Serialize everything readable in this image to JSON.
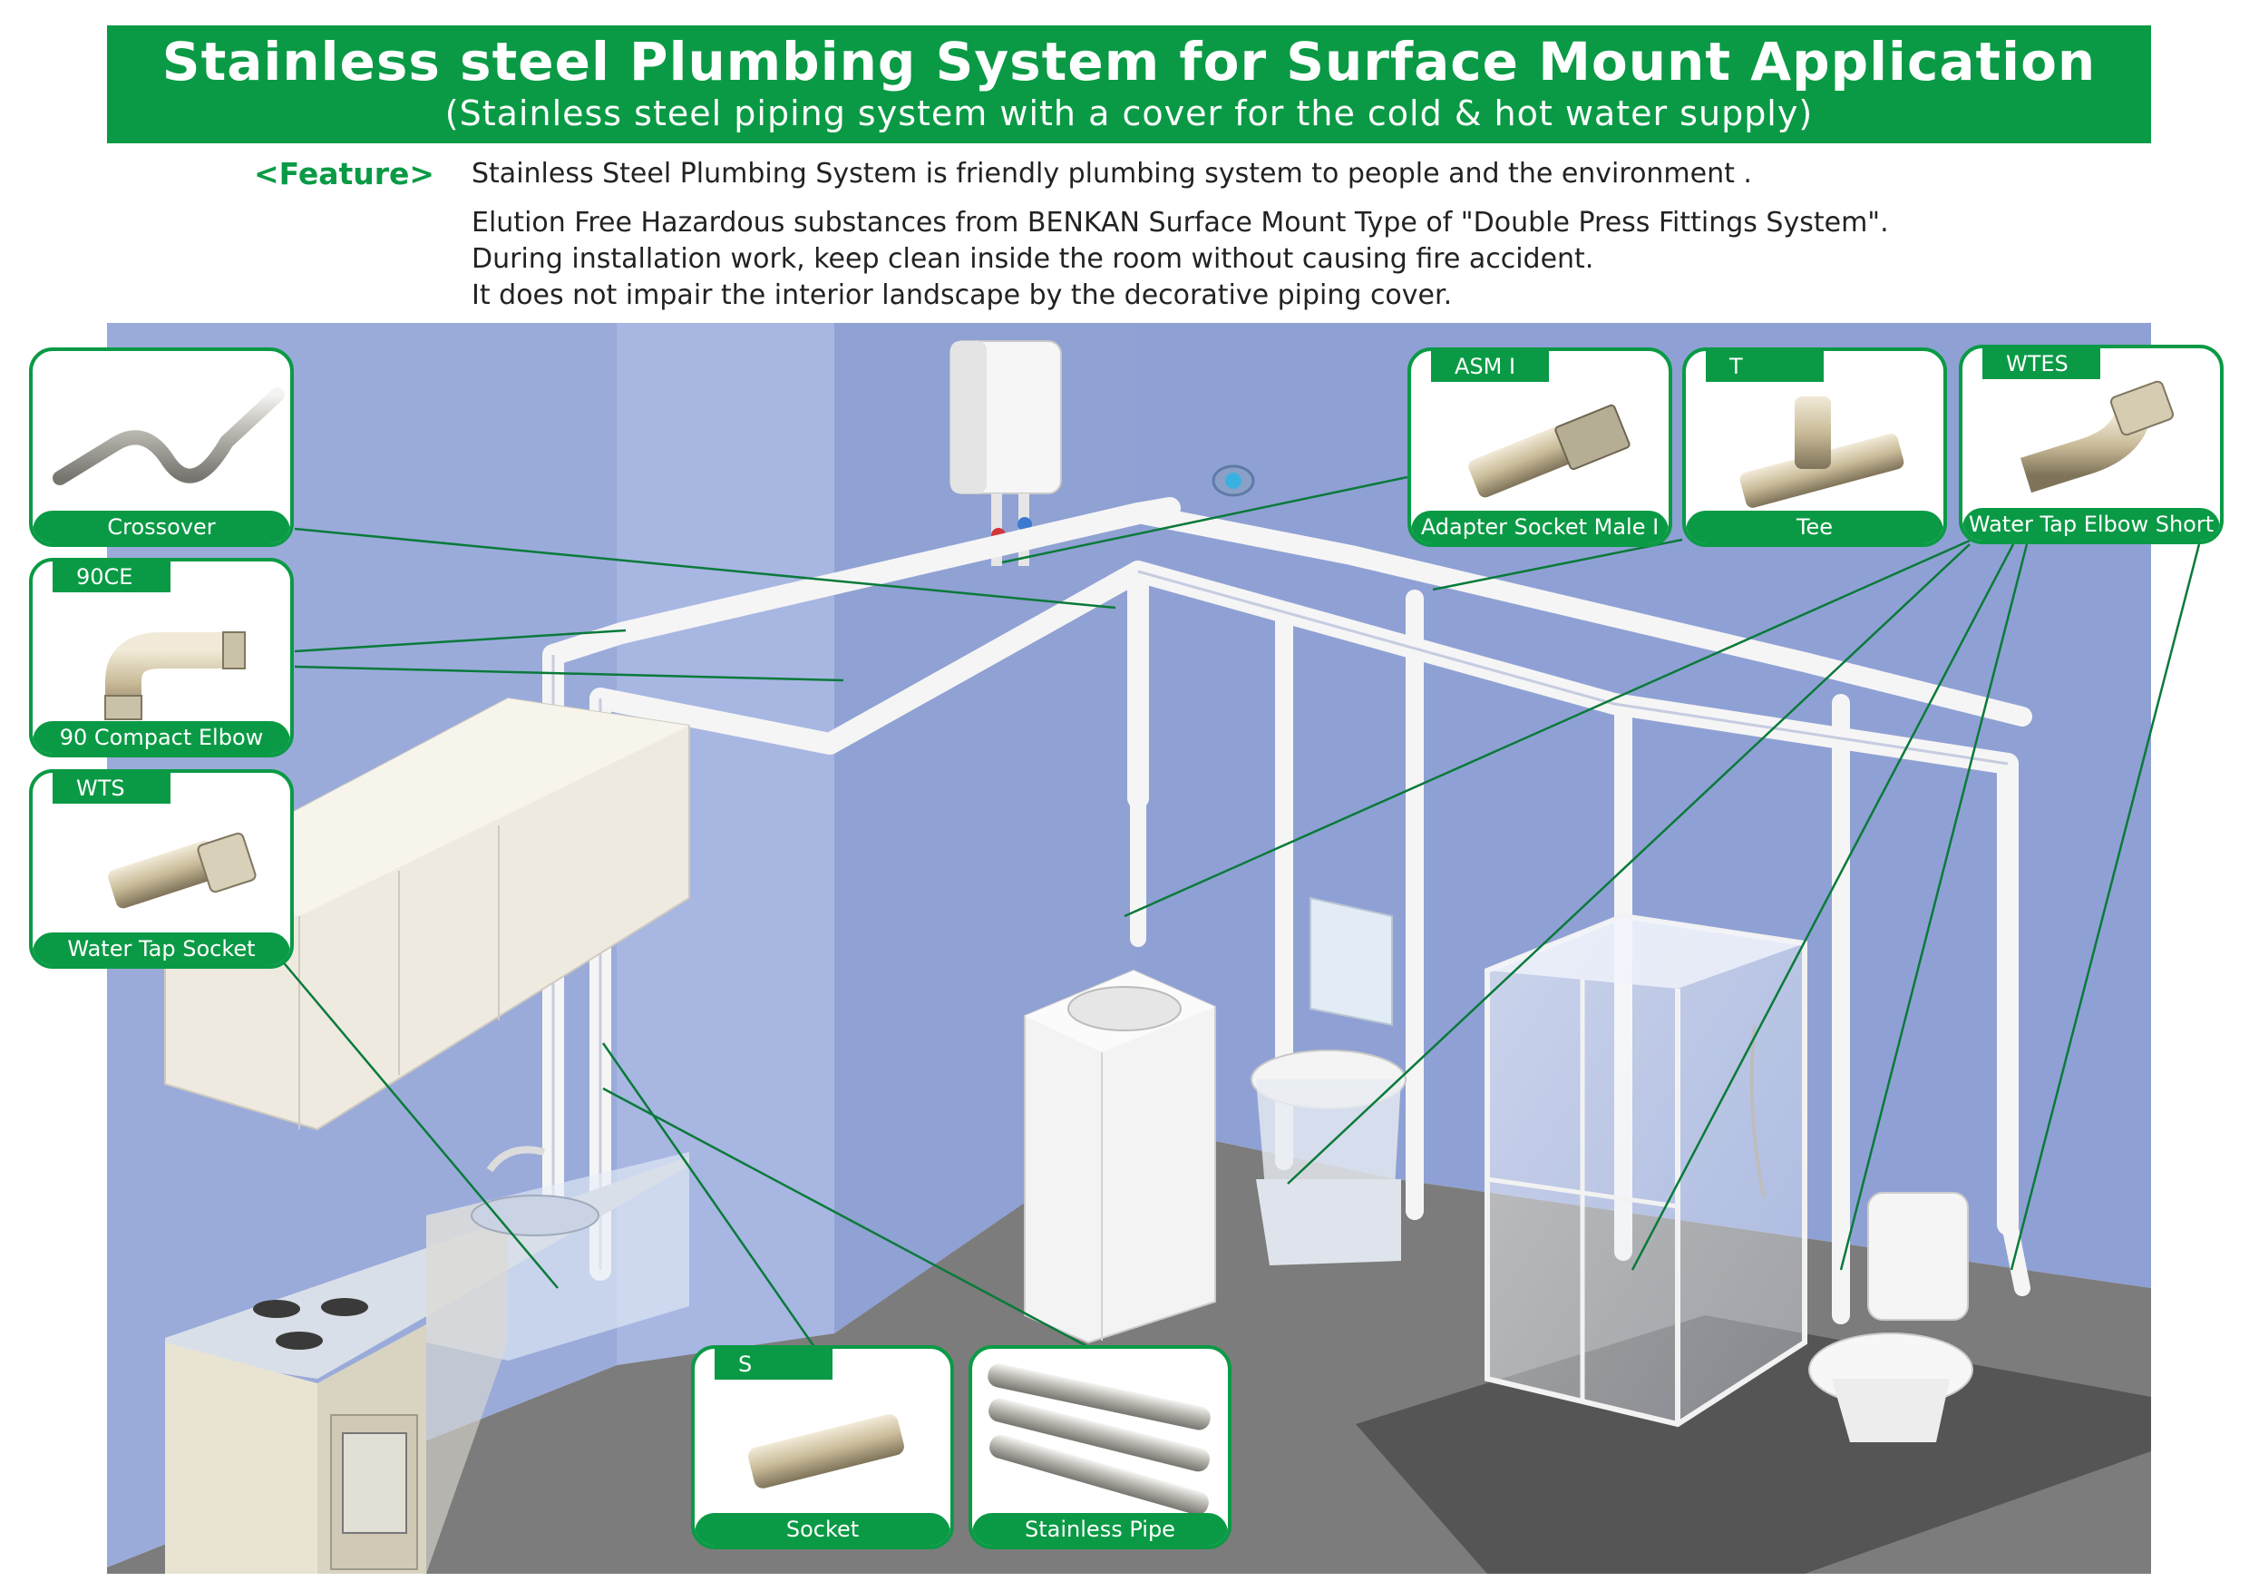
{
  "header": {
    "title": "Stainless steel Plumbing System for Surface Mount Application",
    "subtitle": "(Stainless steel piping system with a cover for the cold & hot water supply)"
  },
  "feature": {
    "label": "<Feature>",
    "lines": [
      "Stainless Steel Plumbing System is friendly plumbing system to people and the environment .",
      "Elution Free Hazardous substances from BENKAN Surface Mount Type of \"Double Press Fittings System\".",
      "During installation work,  keep clean inside the room without causing fire accident.",
      "It does not impair the interior landscape by the decorative piping cover."
    ]
  },
  "products": {
    "crossover": {
      "code": "",
      "name": "Crossover"
    },
    "compact_elbow": {
      "code": "90CE",
      "name": "90 Compact Elbow"
    },
    "water_tap_socket": {
      "code": "WTS",
      "name": "Water Tap Socket"
    },
    "adapter_socket": {
      "code": "ASM I",
      "name": "Adapter Socket Male I"
    },
    "tee": {
      "code": "T",
      "name": "Tee"
    },
    "water_tap_elbow": {
      "code": "WTES",
      "name": "Water Tap Elbow Short"
    },
    "socket": {
      "code": "S",
      "name": "Socket"
    },
    "stainless_pipe": {
      "code": "",
      "name": "Stainless Pipe"
    }
  },
  "colors": {
    "brand_green": "#0a9a45",
    "wall": "#97a7d6",
    "floor": "#7b7b7b"
  }
}
